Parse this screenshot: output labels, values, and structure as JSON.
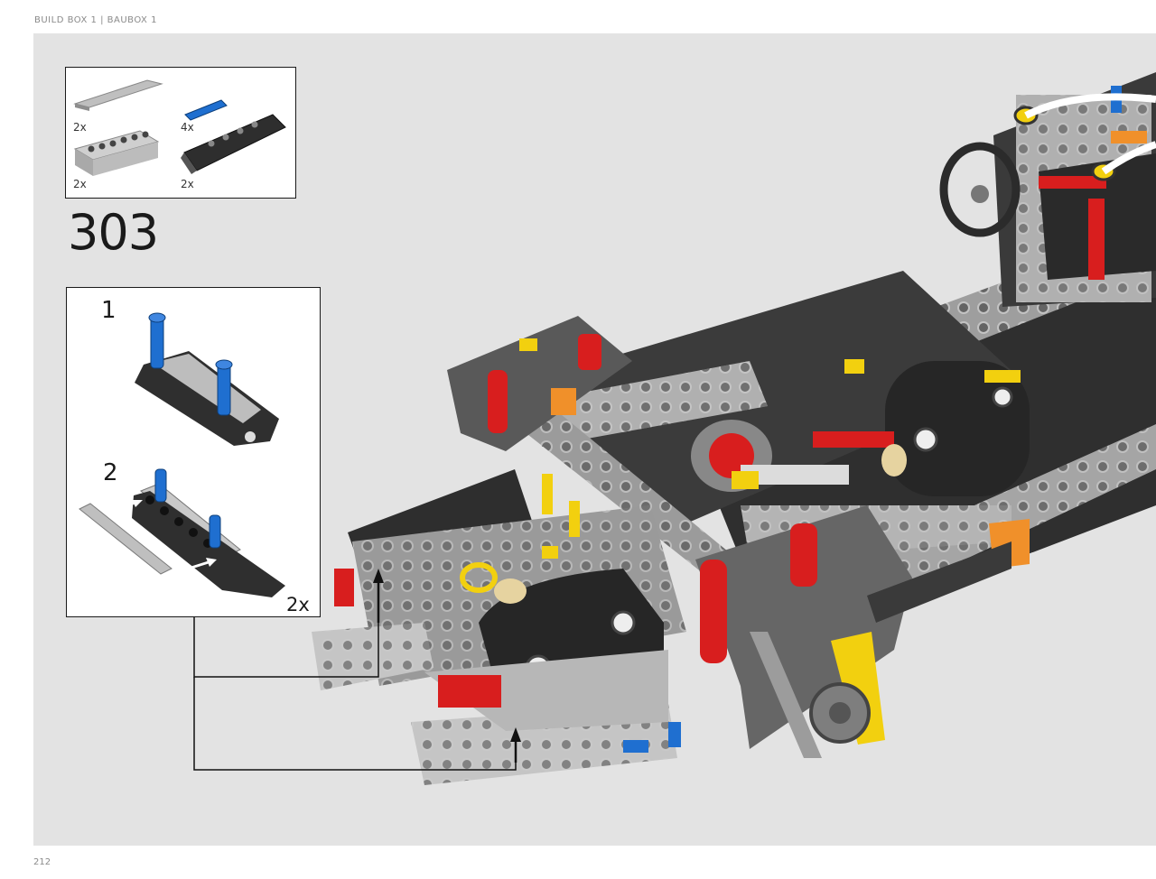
{
  "header": {
    "text": "BUILD BOX 1 | BAUBOX 1"
  },
  "footer": {
    "page_number": "212"
  },
  "step": {
    "number": "303"
  },
  "parts_list": [
    {
      "name": "flat-tile-1x8",
      "qty": "2x"
    },
    {
      "name": "blue-axle-pin",
      "qty": "4x"
    },
    {
      "name": "technic-brick-1x6",
      "qty": "2x"
    },
    {
      "name": "black-panel",
      "qty": "2x"
    }
  ],
  "substeps": [
    {
      "number": "1"
    },
    {
      "number": "2",
      "multiplier": "2x"
    }
  ],
  "colors": {
    "background": "#e3e3e3",
    "lego_black": "#2f2f2f",
    "lego_grey": "#a8a8a8",
    "lego_red": "#d81e1e",
    "lego_yellow": "#f2d00f",
    "lego_blue": "#1f6fd0",
    "lego_orange": "#f0902a"
  }
}
